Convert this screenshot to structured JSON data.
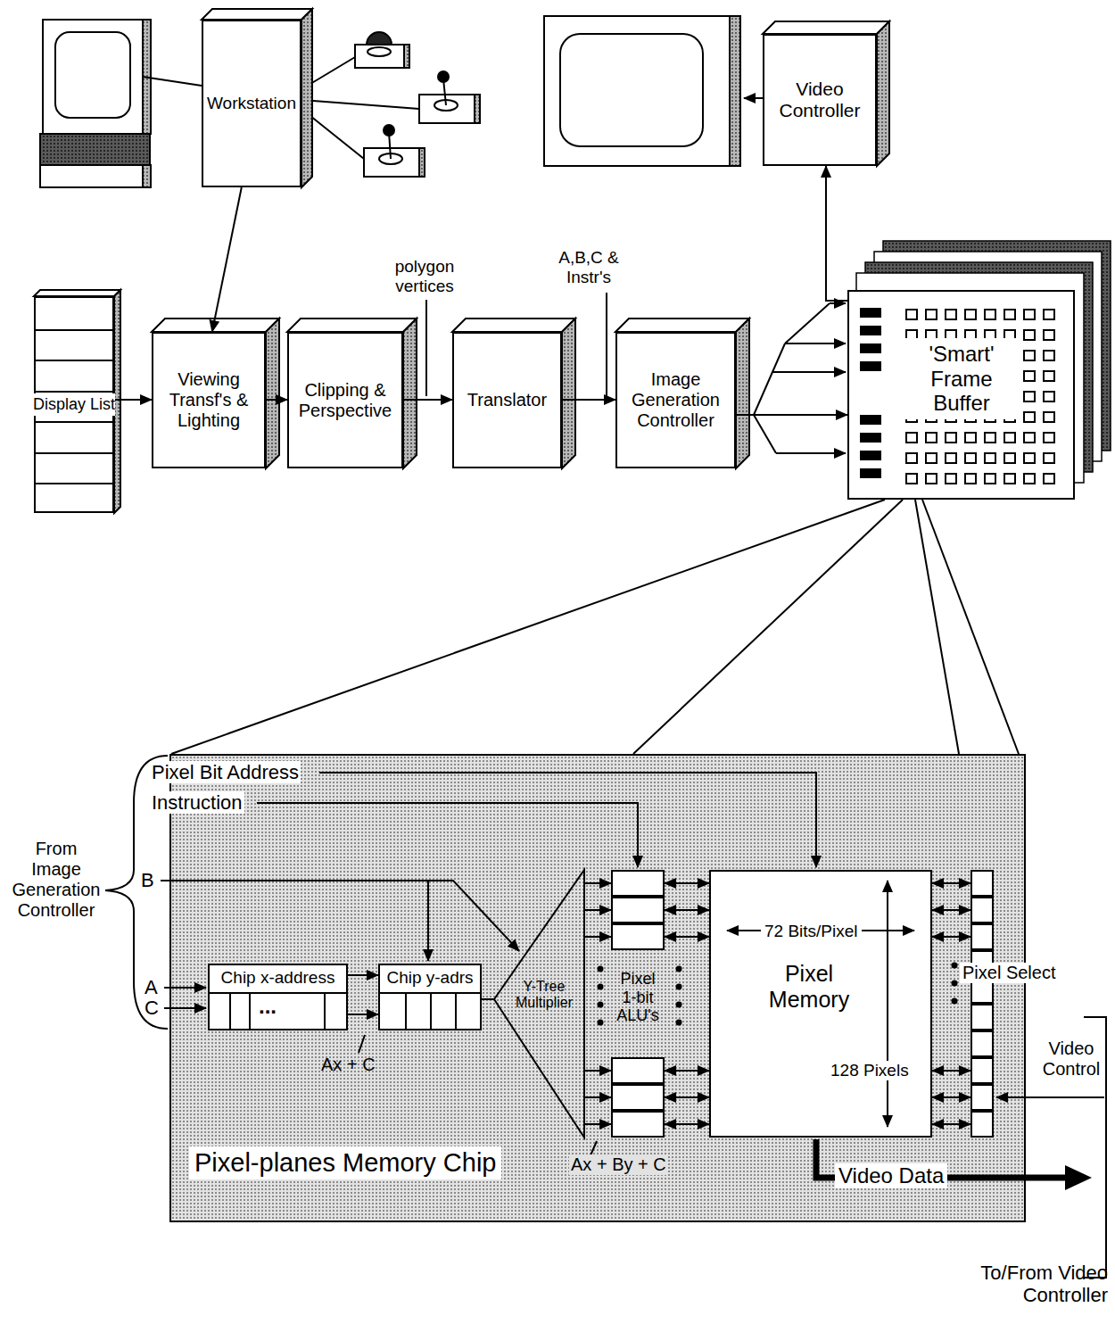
{
  "diagram": {
    "nodes": [
      {
        "text": [
          "Workstation"
        ]
      },
      {
        "text": [
          "Video Controller"
        ]
      },
      {
        "text": [
          "Display List"
        ]
      },
      {
        "text": [
          "Viewing Transf's & Lighting"
        ]
      },
      {
        "text": [
          "Clipping & Perspective"
        ]
      },
      {
        "text": [
          "Translator"
        ]
      },
      {
        "text": [
          "Image Generation Controller"
        ]
      },
      {
        "text": [
          "'Smart' Frame Buffer"
        ]
      },
      {
        "text": [
          "Pixel-planes Memory Chip"
        ]
      },
      {
        "text": [
          "Chip x-address"
        ],
        "in": 8
      },
      {
        "text": [
          "Chip y-adrs"
        ],
        "in": 8
      },
      {
        "text": [
          "Y-Tree Multiplier"
        ],
        "in": 8
      },
      {
        "text": [
          "Pixel 1-bit ALU's"
        ],
        "in": 8
      },
      {
        "text": [
          "72 Bits/Pixel",
          "Pixel Memory",
          "128 Pixels"
        ],
        "in": 8
      },
      {
        "text": [
          "Pixel Select"
        ],
        "in": 8
      }
    ],
    "edges": [
      {
        "from": 0,
        "to": 3,
        "arrow": "to"
      },
      {
        "from": 2,
        "to": 3,
        "arrow": "to"
      },
      {
        "from": 3,
        "to": 4,
        "arrow": "to"
      },
      {
        "from": 4,
        "to": 5,
        "label": "polygon vertices",
        "arrow": "to"
      },
      {
        "from": 5,
        "to": 6,
        "label": "A,B,C & Instr's",
        "arrow": "to"
      },
      {
        "from": 6,
        "to": 7,
        "arrow": "to"
      },
      {
        "from": 7,
        "to": 1,
        "arrow": "to"
      },
      {
        "from": 9,
        "to": 10,
        "arrow": "to"
      },
      {
        "from": 9,
        "to": 10,
        "arrow": "to"
      },
      {
        "from": 10,
        "to": 11,
        "arrow": "none"
      },
      {
        "from": 11,
        "to": 12,
        "arrow": "to"
      },
      {
        "from": 11,
        "to": 12,
        "arrow": "to"
      },
      {
        "from": 11,
        "to": 12,
        "arrow": "to"
      },
      {
        "from": 11,
        "to": 12,
        "arrow": "to"
      },
      {
        "from": 11,
        "to": 12,
        "arrow": "to"
      },
      {
        "from": 11,
        "to": 12,
        "arrow": "to"
      },
      {
        "from": 12,
        "to": 13,
        "arrow": "both"
      },
      {
        "from": 12,
        "to": 13,
        "arrow": "both"
      },
      {
        "from": 12,
        "to": 13,
        "arrow": "both"
      },
      {
        "from": 12,
        "to": 13,
        "arrow": "both"
      },
      {
        "from": 12,
        "to": 13,
        "arrow": "both"
      },
      {
        "from": 12,
        "to": 13,
        "arrow": "both"
      },
      {
        "from": 13,
        "to": 14,
        "arrow": "both"
      },
      {
        "from": 13,
        "to": 14,
        "arrow": "both"
      },
      {
        "from": 13,
        "to": 14,
        "arrow": "both"
      },
      {
        "from": 13,
        "to": 14,
        "arrow": "both"
      },
      {
        "from": 13,
        "to": 14,
        "arrow": "both"
      },
      {
        "from": 13,
        "to": 14,
        "arrow": "both"
      }
    ],
    "labels": [
      "From Image Generation Controller",
      "Pixel Bit Address",
      "Instruction",
      "B",
      "A",
      "C",
      "...",
      "Ax + C",
      "Ax + By + C",
      "Video Data",
      "Video Control",
      "To/From Video Controller"
    ]
  }
}
